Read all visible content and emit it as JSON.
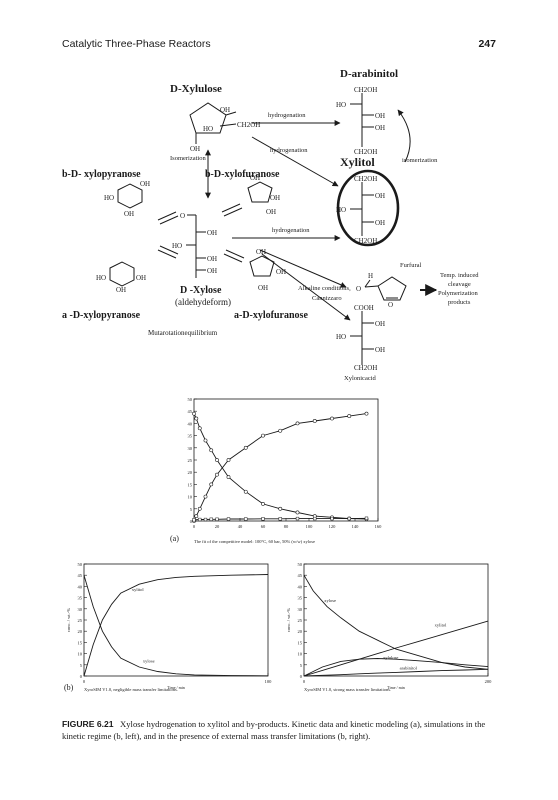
{
  "header": {
    "running_title": "Catalytic Three-Phase Reactors",
    "page_number": "247"
  },
  "scheme": {
    "d_arabinitol": "D-arabinitol",
    "d_xylulose": "D-Xylulose",
    "xylitol": "Xylitol",
    "b_xylopyranose": "b-D- xylopyranose",
    "b_xylofuranose": "b-D-xylofuranose",
    "a_xylopyranose": "a -D-xylopyranose",
    "a_xylofuranose": "a-D-xylofuranose",
    "d_xylose": "D -Xylose",
    "aldehydeform": "(aldehydeform)",
    "mutarotation": "Mutarotationequilibrium",
    "hydrogenation": "hydrogenation",
    "isomerization": "Isomerization",
    "isomerization2": "isomerization",
    "alkaline": "Alkaline conditions,",
    "cannizzaro": "Cannizzaro",
    "furfural": "Furfural",
    "temp": "Temp. induced",
    "cleavage": "cleavage",
    "polymerization": "Polymerization",
    "products": "products",
    "xylonicacid": "Xylonicacid",
    "oh": "OH",
    "ch2oh": "CH2OH",
    "ho": "HO",
    "cooh": "COOH",
    "o": "O",
    "h": "H"
  },
  "chart_data": [
    {
      "type": "scatter",
      "panel_label": "(a)",
      "title": "The fit of the competitive model: 100°C, 60 bar, 50% (w/w) xylose",
      "xlim": [
        0,
        160
      ],
      "ylim": [
        0,
        50
      ],
      "xticks": [
        0,
        20,
        40,
        60,
        80,
        100,
        120,
        140,
        160
      ],
      "yticks": [
        0,
        5,
        10,
        15,
        20,
        25,
        30,
        35,
        40,
        45,
        50
      ],
      "series": [
        {
          "marker": "circle",
          "curve": "decreasing",
          "x": [
            0,
            2,
            5,
            10,
            15,
            20,
            30,
            45,
            60,
            75,
            90,
            105,
            120,
            135,
            150
          ],
          "y": [
            44,
            42,
            38,
            33,
            29,
            25,
            18,
            12,
            7,
            5,
            3.5,
            2,
            1.5,
            1,
            0.8
          ]
        },
        {
          "marker": "circle",
          "curve": "increasing",
          "x": [
            0,
            2,
            5,
            10,
            15,
            20,
            30,
            45,
            60,
            75,
            90,
            105,
            120,
            135,
            150
          ],
          "y": [
            0,
            2,
            5,
            10,
            15,
            19,
            25,
            30,
            35,
            37,
            40,
            41,
            42,
            43,
            44
          ]
        },
        {
          "marker": "square",
          "curve": "flat",
          "x": [
            0,
            5,
            10,
            15,
            20,
            30,
            45,
            60,
            75,
            90,
            105,
            120,
            135,
            150
          ],
          "y": [
            0.5,
            0.6,
            0.6,
            0.7,
            0.7,
            0.8,
            0.8,
            0.9,
            0.9,
            1.0,
            1.0,
            1.0,
            1.0,
            1.1
          ]
        }
      ]
    },
    {
      "type": "line",
      "panel_label": "(b)",
      "title": "XyroSIM V1.0, negligible mass transfer limitations.",
      "xlabel": "Time / min",
      "ylabel": "conc. / wt.-%",
      "xlim": [
        0,
        100
      ],
      "ylim": [
        0,
        50
      ],
      "xticks": [
        0,
        100
      ],
      "yticks": [
        0,
        5,
        10,
        15,
        20,
        25,
        30,
        35,
        40,
        45,
        50
      ],
      "series": [
        {
          "name": "xylitol",
          "x": [
            0,
            5,
            10,
            15,
            20,
            30,
            40,
            50,
            60,
            80,
            100
          ],
          "y": [
            0,
            14,
            25,
            32,
            37,
            41,
            43,
            44,
            44.5,
            45,
            45.3
          ]
        },
        {
          "name": "xylose",
          "x": [
            0,
            5,
            10,
            15,
            20,
            30,
            40,
            50,
            60,
            80,
            100
          ],
          "y": [
            45,
            31,
            20,
            13,
            8,
            4,
            2,
            1,
            0.5,
            0.2,
            0.1
          ]
        }
      ]
    },
    {
      "type": "line",
      "panel_label": "",
      "title": "XyroSIM V1.0, strong mass transfer limitations.",
      "xlabel": "Time / min",
      "ylabel": "conc. / wt.-%",
      "xlim": [
        0,
        200
      ],
      "ylim": [
        0,
        50
      ],
      "xticks": [
        0,
        200
      ],
      "yticks": [
        0,
        5,
        10,
        15,
        20,
        25,
        30,
        35,
        40,
        45,
        50
      ],
      "series": [
        {
          "name": "xylose",
          "x": [
            0,
            10,
            25,
            40,
            60,
            80,
            100,
            125,
            150,
            175,
            200
          ],
          "y": [
            45,
            38,
            31,
            26,
            20,
            16,
            12,
            9,
            6,
            4,
            3
          ]
        },
        {
          "name": "xylitol",
          "x": [
            0,
            20,
            40,
            60,
            80,
            100,
            125,
            150,
            175,
            200
          ],
          "y": [
            0,
            2.5,
            5,
            7.5,
            10,
            12.5,
            15.5,
            18.5,
            21.5,
            24.5
          ]
        },
        {
          "name": "xylulose",
          "x": [
            0,
            20,
            40,
            60,
            80,
            100,
            125,
            150,
            175,
            200
          ],
          "y": [
            0,
            4,
            6.5,
            7.5,
            7.8,
            7.5,
            6.8,
            6,
            5,
            4.2
          ]
        },
        {
          "name": "arabinitol",
          "x": [
            0,
            20,
            40,
            60,
            80,
            100,
            125,
            150,
            175,
            200
          ],
          "y": [
            0,
            0.3,
            0.6,
            1,
            1.3,
            1.6,
            2,
            2.4,
            2.7,
            3
          ]
        }
      ]
    }
  ],
  "caption": {
    "label": "FIGURE 6.21",
    "text": "Xylose hydrogenation to xylitol and by-products. Kinetic data and kinetic modeling (a), simulations in the kinetic regime (b, left), and in the presence of external mass transfer limitations (b, right)."
  }
}
